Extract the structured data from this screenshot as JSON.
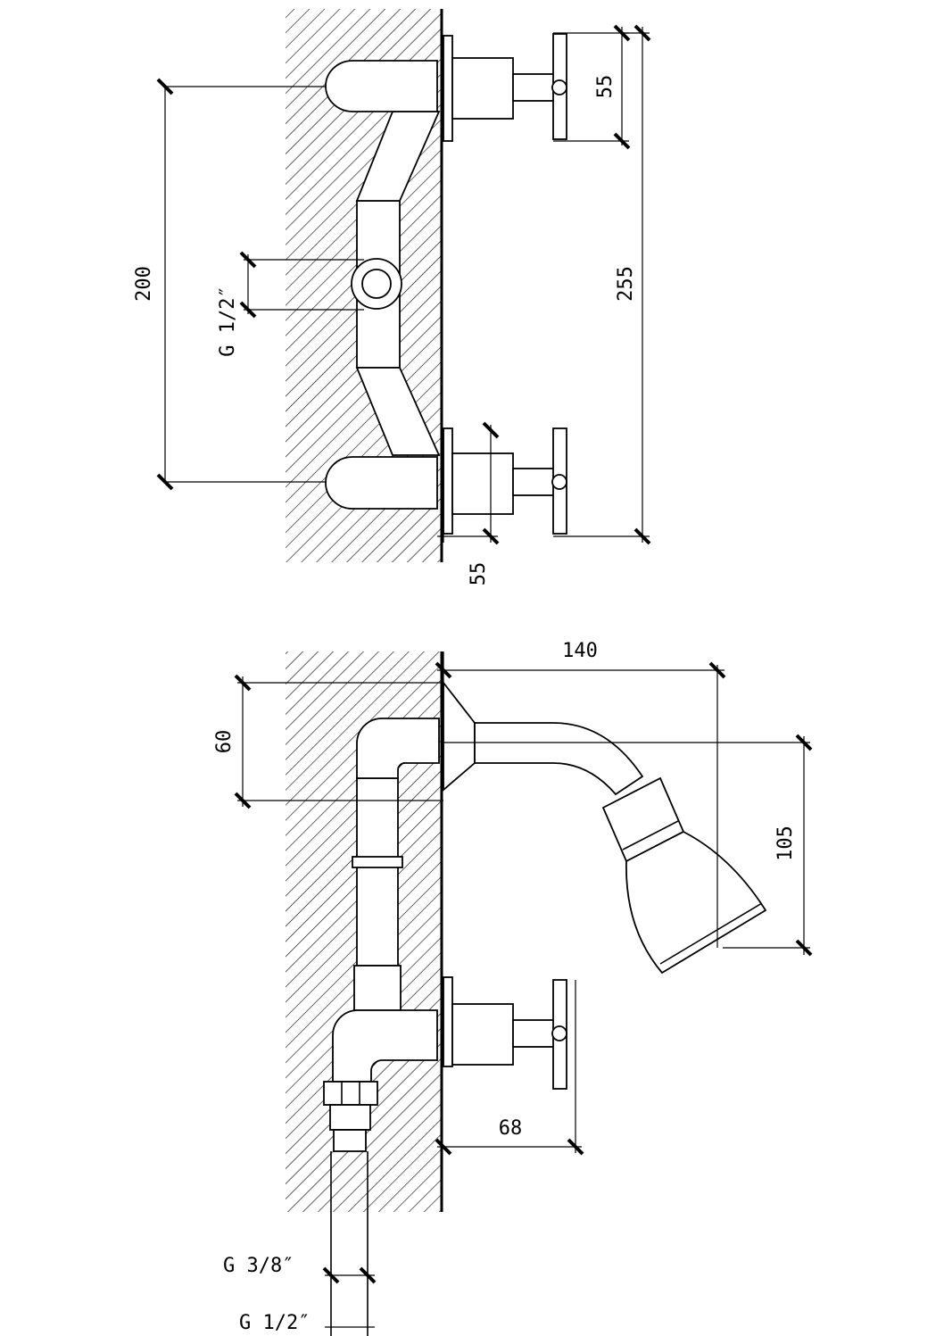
{
  "dimensions": {
    "top_left_height": "200",
    "top_left_inlet": "G 1/2″",
    "top_right_handle": "55",
    "top_right_total": "255",
    "top_bottom_depth": "55",
    "bottom_top_width": "140",
    "bottom_left_height": "60",
    "bottom_right_height": "105",
    "bottom_handle_depth": "68",
    "bottom_inlet_small": "G 3/8″",
    "bottom_inlet_large": "G 1/2″"
  }
}
